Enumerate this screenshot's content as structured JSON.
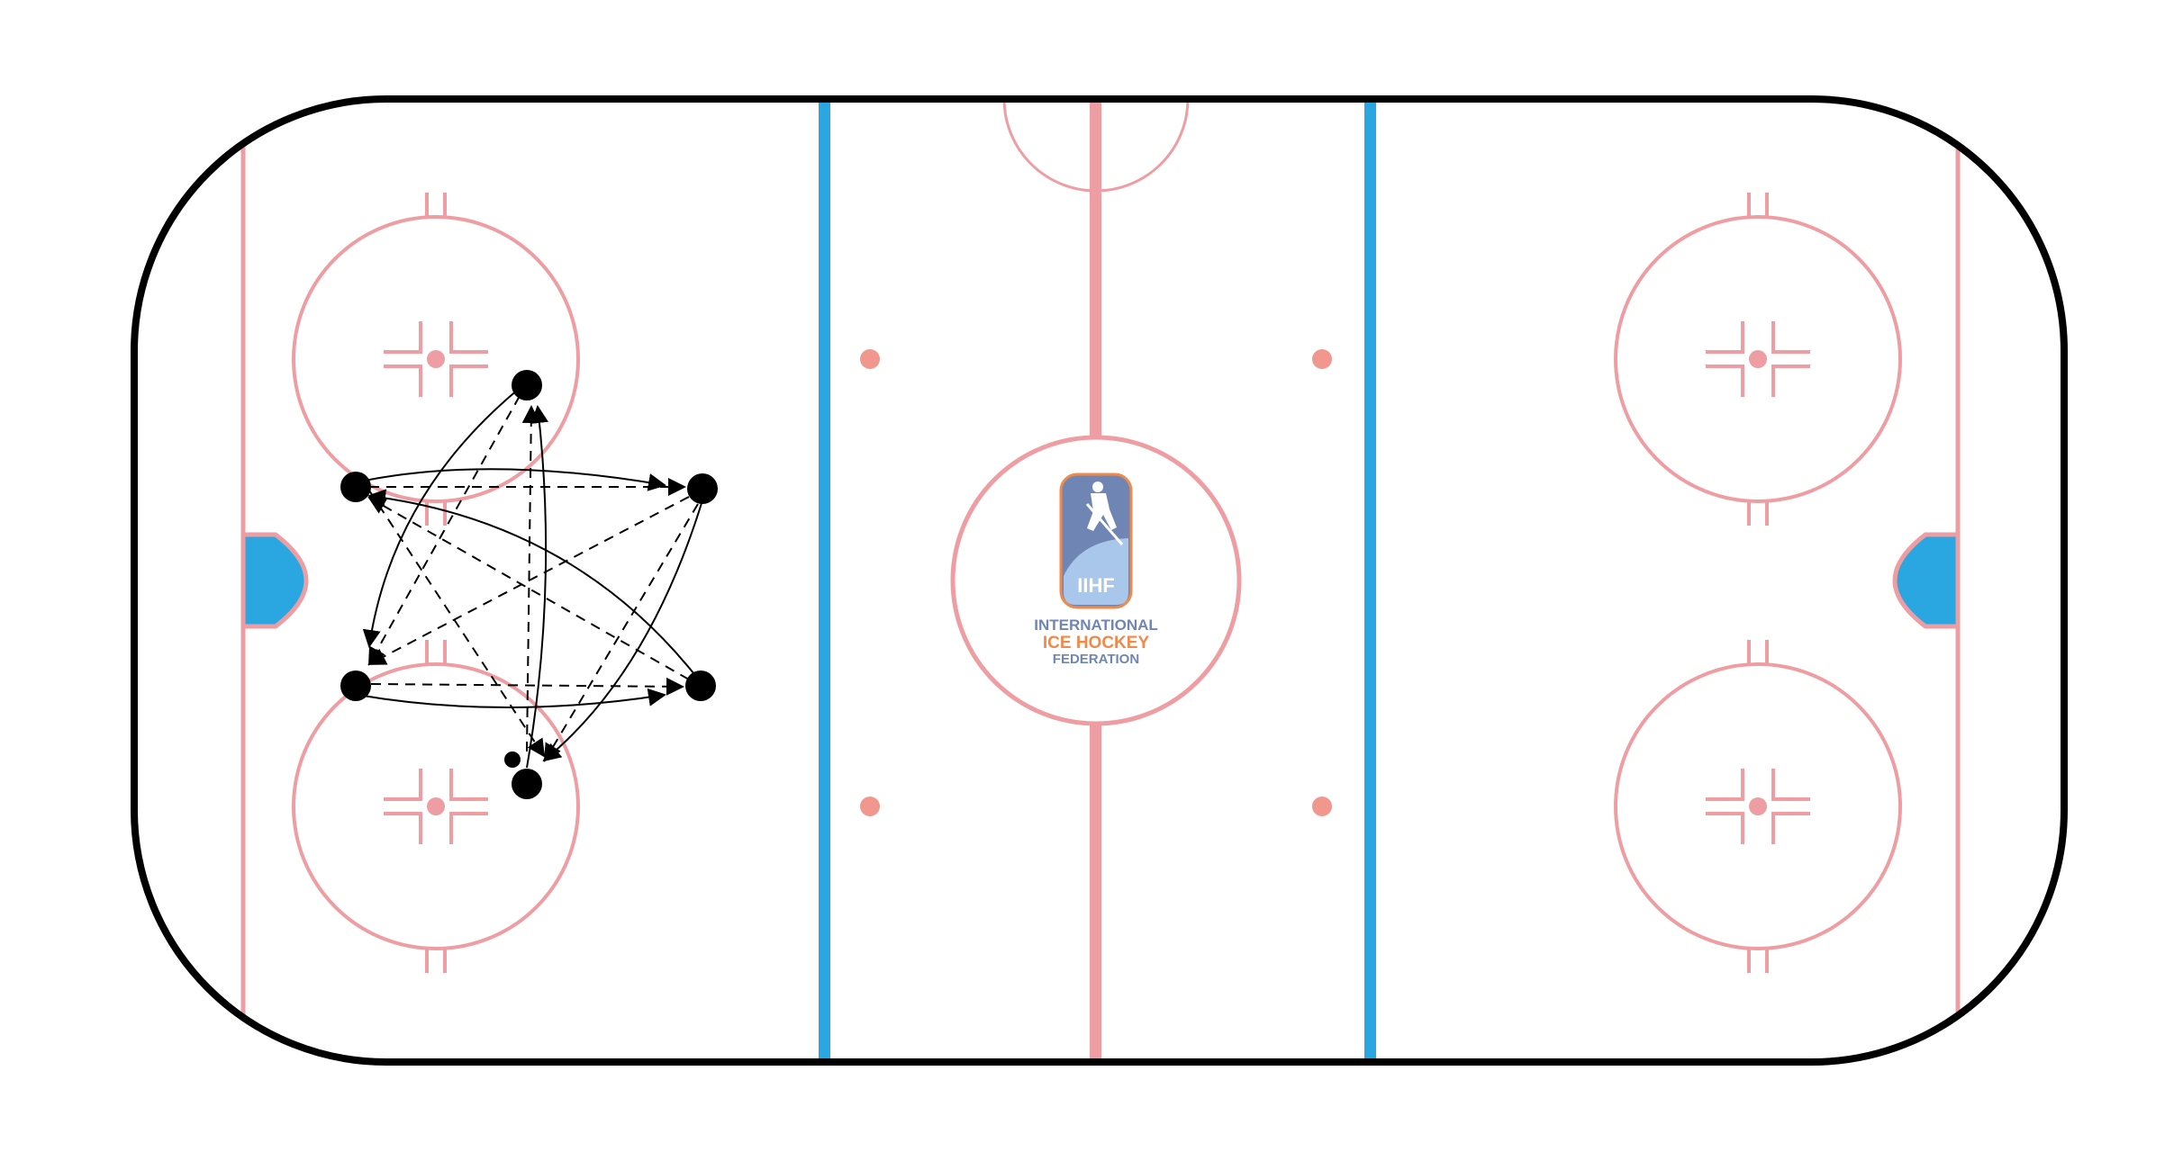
{
  "diagram": {
    "kind": "hockey-rink-drill",
    "colors": {
      "background": "#ffffff",
      "boards": "#000000",
      "red_markings": "#ee9ea2",
      "blue_lines": "#2aa7e1",
      "crease_fill": "#2aa7e1",
      "neutral_dots": "#f2978e",
      "players": "#000000"
    },
    "logo": {
      "emblem_text": "IIHF",
      "line1": "INTERNATIONAL",
      "line2": "ICE HOCKEY",
      "line3": "FEDERATION",
      "line1_color": "#6f86b4",
      "line2_color": "#f08a4b",
      "line3_color": "#6f86b4"
    },
    "drill": {
      "players": [
        "top-center",
        "left-high",
        "right-high",
        "left-low",
        "right-low",
        "bottom-center"
      ],
      "puck": "near-bottom-center",
      "skate_paths": [
        "arc",
        "arc",
        "arc",
        "arc",
        "arc",
        "arc"
      ],
      "pass_paths": [
        "dashed",
        "dashed",
        "dashed",
        "dashed",
        "dashed",
        "dashed",
        "dashed",
        "dashed"
      ]
    }
  }
}
